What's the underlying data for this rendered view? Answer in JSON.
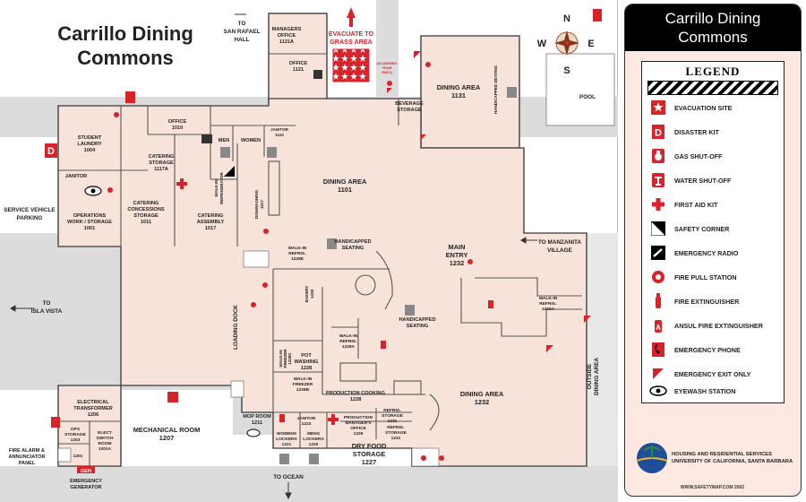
{
  "map": {
    "title_line1": "Carrillo Dining",
    "title_line2": "Commons",
    "evacuate_line1": "EVACUATE TO",
    "evacuate_line2": "GRASS AREA",
    "directions": {
      "san_rafael_1": "TO",
      "san_rafael_2": "SAN RAFAEL",
      "san_rafael_3": "HALL",
      "service_1": "SERVICE VEHICLE",
      "service_2": "PARKING",
      "isla_vista_1": "TO",
      "isla_vista_2": "ISLA VISTA",
      "manzanita_1": "TO MANZANITA",
      "manzanita_2": "VILLAGE",
      "ocean": "TO OCEAN",
      "pool": "POOL",
      "loading_dock": "LOADING DOCK",
      "outside_dining_1": "OUTSIDE",
      "outside_dining_2": "DINING AREA",
      "fire_alarm_1": "FIRE ALARM &",
      "fire_alarm_2": "ANNUNCIATOR",
      "fire_alarm_3": "PANEL",
      "gen": "GEN",
      "emergency_gen_1": "EMERGENCY",
      "emergency_gen_2": "GENERATOR"
    },
    "compass": {
      "n": "N",
      "s": "S",
      "e": "E",
      "w": "W"
    },
    "rooms": {
      "managers_office": [
        "MANAGERS",
        "OFFICE",
        "1121A"
      ],
      "office_1121": [
        "OFFICE",
        "1121"
      ],
      "academic_year": [
        "(ACADEMIC",
        "YEAR",
        "ONLY)"
      ],
      "dining_1131": [
        "DINING AREA",
        "1131"
      ],
      "beverage": [
        "BEVERAGE",
        "STORAGE"
      ],
      "handicapped_top": [
        "HANDICAPPED SEATING"
      ],
      "student_laundry": [
        "STUDENT",
        "LAUNDRY",
        "1004"
      ],
      "office_1010": [
        "OFFICE",
        "1010"
      ],
      "men": [
        "MEN"
      ],
      "women": [
        "WOMEN"
      ],
      "janitor_1110": [
        "JANITOR",
        "1110"
      ],
      "catering_storage": [
        "CATERING",
        "STORAGE",
        "1117A"
      ],
      "walkin_refrig_1": [
        "WALK-IN",
        "REFRIGERATOR"
      ],
      "dishwashing": [
        "DISHWASHING",
        "1017"
      ],
      "dining_1101": [
        "DINING AREA",
        "1101"
      ],
      "janitor_left": [
        "JANITOR"
      ],
      "ops_work": [
        "OPERATIONS",
        "WORK / STORAGE",
        "1001"
      ],
      "catering_concessions": [
        "CATERING",
        "CONCESSIONS",
        "STORAGE",
        "1011"
      ],
      "catering_assembly": [
        "CATERING",
        "ASSEMBLY",
        "1017"
      ],
      "walkin_1228e": [
        "WALK-IN",
        "REFRIG.",
        "1228E"
      ],
      "handicapped_mid": [
        "HANDICAPPED",
        "SEATING"
      ],
      "main_entry": [
        "MAIN",
        "ENTRY",
        "1232"
      ],
      "walkin_1232a": [
        "WALK-IN",
        "REFRIG.",
        "1232A"
      ],
      "bakery": [
        "BAKERY",
        "1228"
      ],
      "handicapped_low": [
        "HANDICAPPED",
        "SEATING"
      ],
      "walkin_1228a": [
        "WALK-IN",
        "REFRIG.",
        "1228A"
      ],
      "pot_washing": [
        "POT",
        "WASHING",
        "1228"
      ],
      "walkin_freezer_c": [
        "WALK-IN",
        "FREEZER",
        "1228C"
      ],
      "walkin_freezer_b": [
        "WALK-IN",
        "FREEZER",
        "1228B"
      ],
      "production_cooking": [
        "PRODUCTION COOKING",
        "1228"
      ],
      "dining_1232": [
        "DINING AREA",
        "1232"
      ],
      "electrical": [
        "ELECTRICAL",
        "TRANSFORMER",
        "1206"
      ],
      "mechanical": [
        "MECHANICAL ROOM",
        "1207"
      ],
      "ops_storage": [
        "OPS",
        "STORAGE",
        "1203"
      ],
      "elect_switch": [
        "ELECT",
        "SWITCH",
        "ROOM",
        "1201A"
      ],
      "r1201": [
        "1201"
      ],
      "mop_room": [
        "MOP ROOM",
        "1211"
      ],
      "janitor_1223": [
        "JANITOR",
        "1223"
      ],
      "womens_lockers": [
        "WOMENS",
        "LOCKERS",
        "1221"
      ],
      "mens_lockers": [
        "MENS",
        "LOCKERS",
        "1220"
      ],
      "prod_mgr": [
        "PRODUCTION",
        "MANAGER'S",
        "OFFICE",
        "1229"
      ],
      "refrig_1231": [
        "REFRIG.",
        "STORAGE",
        "1231"
      ],
      "refrig_1231b": [
        "REFRIG.",
        "STORAGE",
        "1231"
      ],
      "dry_food": [
        "DRY FOOD",
        "STORAGE",
        "1227"
      ]
    }
  },
  "legend": {
    "header_line1": "Carrillo Dining",
    "header_line2": "Commons",
    "title": "LEGEND",
    "items": [
      {
        "label": "EVACUATION SITE",
        "icon": "evacuation-site-icon"
      },
      {
        "label": "DISASTER KIT",
        "icon": "disaster-kit-icon"
      },
      {
        "label": "GAS SHUT-OFF",
        "icon": "gas-shutoff-icon"
      },
      {
        "label": "WATER SHUT-OFF",
        "icon": "water-shutoff-icon"
      },
      {
        "label": "FIRST  AID KIT",
        "icon": "first-aid-kit-icon"
      },
      {
        "label": "SAFETY CORNER",
        "icon": "safety-corner-icon"
      },
      {
        "label": "EMERGENCY RADIO",
        "icon": "emergency-radio-icon"
      },
      {
        "label": "FIRE PULL STATION",
        "icon": "fire-pull-station-icon"
      },
      {
        "label": "FIRE EXTINGUISHER",
        "icon": "fire-extinguisher-icon"
      },
      {
        "label": "ANSUL FIRE EXTINGUISHER",
        "icon": "ansul-extinguisher-icon"
      },
      {
        "label": "EMERGENCY PHONE",
        "icon": "emergency-phone-icon"
      },
      {
        "label": "EMERGENCY EXIT ONLY",
        "icon": "emergency-exit-icon"
      },
      {
        "label": "EYEWASH STATION",
        "icon": "eyewash-station-icon"
      }
    ],
    "org_line1": "HOUSING AND RESIDENTIAL SERVICES",
    "org_line2": "UNIVERSITY OF CALIFORNIA, SANTA BARBARA",
    "credit": "WWW.SAFETYMAP.COM  2002"
  },
  "colors": {
    "floor": "#f8e3da",
    "ground": "#dcdcdc",
    "wall": "#555555",
    "safety_red": "#d8232a",
    "legend_bg": "#fde9e1"
  }
}
